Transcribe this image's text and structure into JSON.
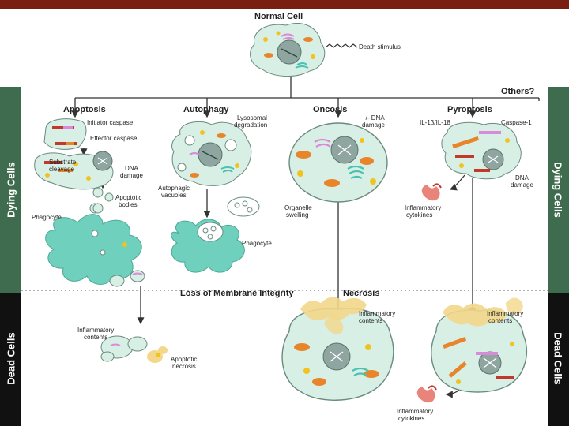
{
  "side_labels": {
    "left_dying": "Dying Cells",
    "left_dead": "Dead Cells",
    "right_dying": "Dying Cells",
    "right_dead": "Dead Cells"
  },
  "headers": {
    "normal_cell": "Normal Cell",
    "others": "Others?",
    "apoptosis": "Apoptosis",
    "autophagy": "Autophagy",
    "oncosis": "Oncosis",
    "pyroptosis": "Pyroptosis",
    "loss_membrane": "Loss of Membrane Integrity",
    "necrosis": "Necrosis"
  },
  "labels": {
    "death_stimulus": "Death stimulus",
    "initiator_caspase": "Initiator caspase",
    "effector_caspase": "Effector caspase",
    "substrate_cleavage": [
      "Substrate",
      "cleavage"
    ],
    "dna_damage_apop": [
      "DNA",
      "damage"
    ],
    "apoptotic_bodies": [
      "Apoptotic",
      "bodies"
    ],
    "phagocyte_1": "Phagocyte",
    "lysosomal_degradation": [
      "Lysosomal",
      "degradation"
    ],
    "autophagic_vacuoles": [
      "Autophagic",
      "vacuoles"
    ],
    "phagocyte_2": "Phagocyte",
    "dna_damage_onc": [
      "+/- DNA",
      "damage"
    ],
    "organelle_swelling": [
      "Organelle",
      "swelling"
    ],
    "il1": "IL-1β/IL-18",
    "caspase1": "Caspase-1",
    "dna_damage_pyro": [
      "DNA",
      "damage"
    ],
    "inflammatory_cytokines_1": [
      "Inflammatory",
      "cytokines"
    ],
    "inflammatory_contents_apop": [
      "Inflammatory",
      "contents"
    ],
    "apoptotic_necrosis": [
      "Apoptotic",
      "necrosis"
    ],
    "inflammatory_contents_nec": [
      "Inflammatory",
      "contents"
    ],
    "inflammatory_contents_pyro": [
      "Inflammatory",
      "contents"
    ],
    "inflammatory_cytokines_2": [
      "Inflammatory",
      "cytokines"
    ]
  },
  "colors": {
    "top_band": "#7a1e12",
    "dying_band": "#3f6b4e",
    "dead_band": "#111111",
    "cell_fill": "#d8efe6",
    "cell_stroke": "#6a8a7e",
    "phagocyte": "#6fd0bd",
    "nucleus": "#8fa6a0",
    "mito": "#e8852a",
    "granule": "#f2c21e",
    "er": "#4cc2b2",
    "golgi": "#d98ad8",
    "inflammatory": "#f3d78a",
    "cytokine": "#e8847a",
    "caspase_bar": "#c0392b",
    "arrow": "#333333"
  }
}
